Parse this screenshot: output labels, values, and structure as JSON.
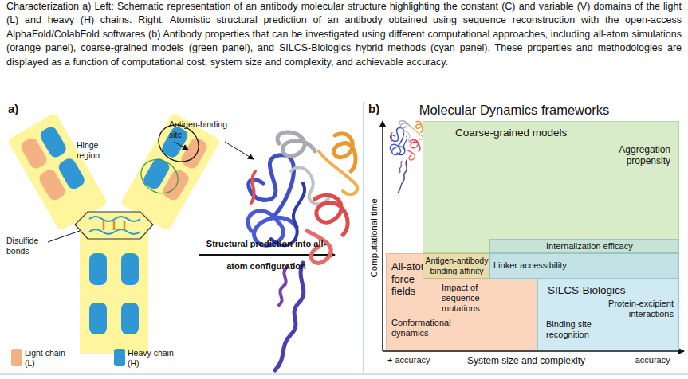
{
  "diagram": {
    "caption": "Characterization a) Left: Schematic representation of an antibody molecular structure highlighting the constant (C) and variable (V) domains of the light (L) and heavy (H) chains. Right: Atomistic structural prediction of an antibody obtained using sequence reconstruction with the open-access AlphaFold/ColabFold softwares (b) Antibody properties that can be investigated using different computational approaches, including all-atom simulations (orange panel), coarse-grained models (green panel), and SILCS-Biologics hybrid methods (cyan panel). These properties and methodologies are displayed as a function of computational cost, system size and complexity, and achievable accuracy.",
    "nodes": [
      {
        "text": [
          "Coarse-grained models",
          "Aggregation propensity"
        ]
      },
      {
        "text": [
          "Internalization efficacy"
        ]
      },
      {
        "text": [
          "Antigen-antibody binding affinity"
        ]
      },
      {
        "text": [
          "Linker accessibility"
        ]
      },
      {
        "text": [
          "All-atom force fields",
          "Impact of sequence mutations",
          "Conformational dynamics"
        ]
      },
      {
        "text": [
          "SILCS-Biologics",
          "Protein-excipient interactions",
          "Binding site recognition"
        ]
      }
    ],
    "labels": [
      "a)",
      "Hinge region",
      "Antigen-binding site",
      "Disulfide bonds",
      "Structural prediction into all-atom configuration",
      "b)",
      "Molecular Dynamics frameworks",
      "Computational time",
      "+ accuracy",
      "System size and complexity",
      "- accuracy"
    ],
    "legend": [
      {
        "text": "Light chain (L)",
        "color": "#f4b183"
      },
      {
        "text": "Heavy chain (H)",
        "color": "#2f97d4"
      }
    ]
  }
}
